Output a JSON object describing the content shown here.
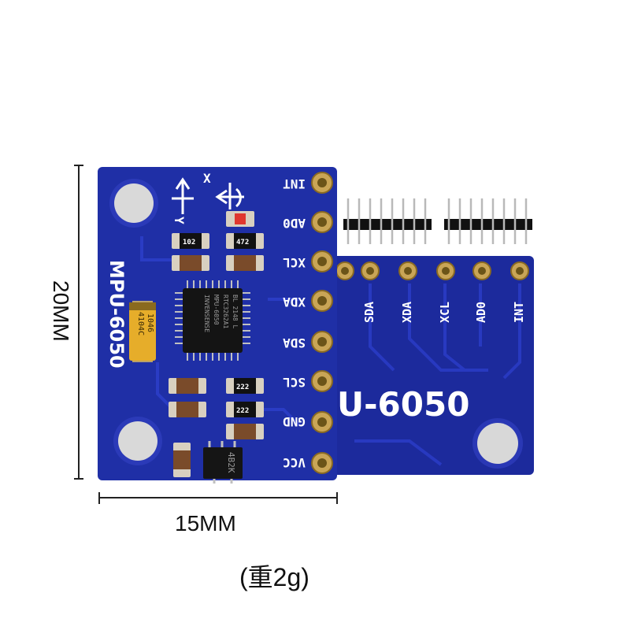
{
  "board_front": {
    "model": "MPU-6050",
    "axis_x": "X",
    "axis_y": "Y",
    "pins": [
      "INT",
      "AD0",
      "XCL",
      "XDA",
      "SDA",
      "SCL",
      "GND",
      "VCC"
    ],
    "chip_lines": [
      "RTC3262A1",
      "MPU-6050",
      "INVENSENSE"
    ],
    "chip_small": "BL 2148 L",
    "resistor_codes": [
      "102",
      "472",
      "222",
      "222"
    ],
    "cap_label_1": "4104C",
    "cap_label_2": "1046",
    "regulator_code": "4B2K"
  },
  "board_back": {
    "pins": [
      "SDA",
      "XDA",
      "XCL",
      "AD0",
      "INT"
    ],
    "model_partial": "U-6050"
  },
  "dimensions": {
    "height": "20MM",
    "width": "15MM",
    "weight": "(重2g)"
  },
  "colors": {
    "pcb": "#1f2fa6",
    "gold": "#c9a556",
    "silk": "#ffffff"
  }
}
